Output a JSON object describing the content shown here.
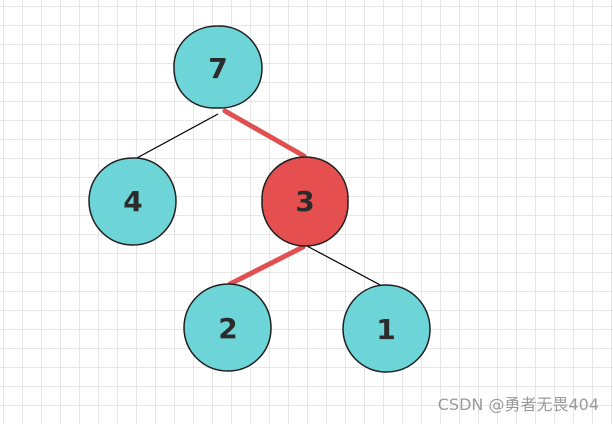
{
  "diagram": {
    "type": "binary-tree",
    "colors": {
      "node_fill": "#6dd5d7",
      "highlight_fill": "#e64f4f",
      "node_stroke": "#1f1f1f",
      "edge": "#000000",
      "highlight_edge": "#e05050"
    },
    "nodes": [
      {
        "id": "n7",
        "label": "7",
        "highlight": false
      },
      {
        "id": "n4",
        "label": "4",
        "highlight": false
      },
      {
        "id": "n3",
        "label": "3",
        "highlight": true
      },
      {
        "id": "n2",
        "label": "2",
        "highlight": false
      },
      {
        "id": "n1",
        "label": "1",
        "highlight": false
      }
    ],
    "edges": [
      {
        "from": "n7",
        "to": "n4",
        "highlight": false
      },
      {
        "from": "n7",
        "to": "n3",
        "highlight": true
      },
      {
        "from": "n3",
        "to": "n2",
        "highlight": true
      },
      {
        "from": "n3",
        "to": "n1",
        "highlight": false
      }
    ]
  },
  "watermark": {
    "text": "CSDN @勇者无畏404"
  }
}
